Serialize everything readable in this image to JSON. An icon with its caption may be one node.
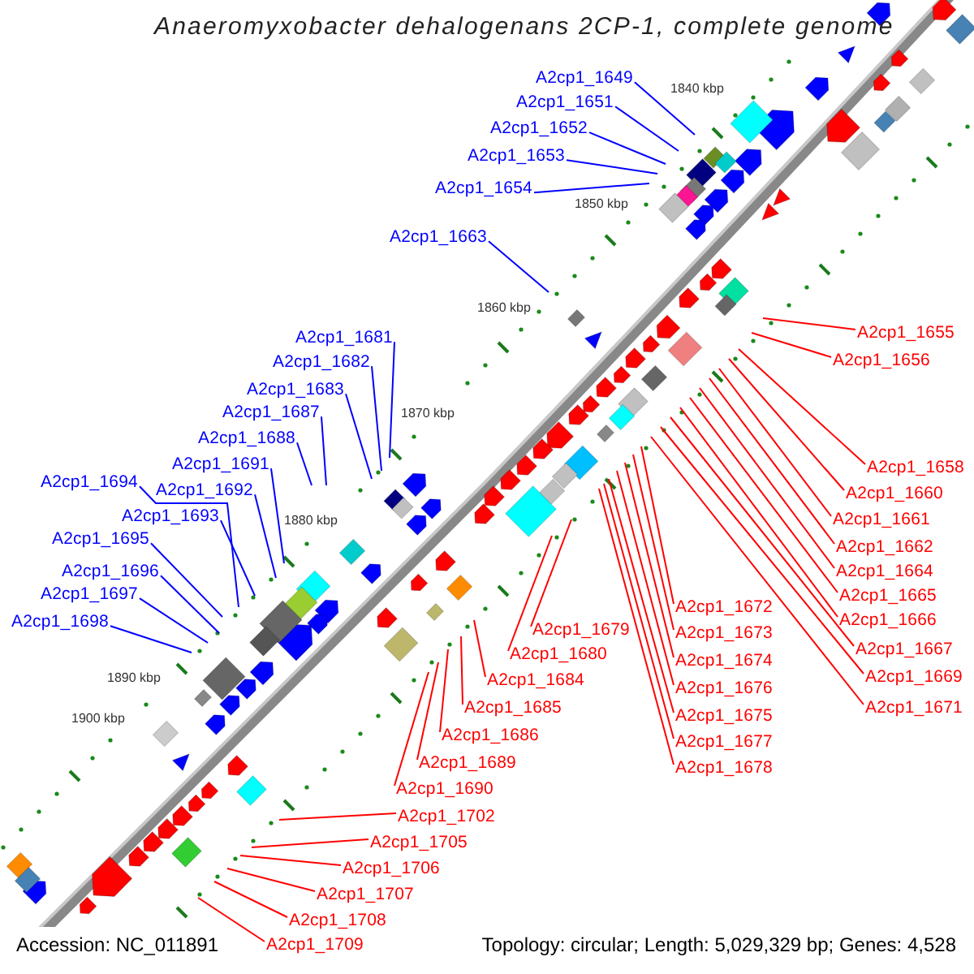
{
  "diagram": {
    "title": "Anaeromyxobacter dehalogenans 2CP-1, complete genome",
    "nodes": [
      {
        "text": [
          "A2cp1_1649"
        ]
      },
      {
        "text": [
          "A2cp1_1651"
        ]
      },
      {
        "text": [
          "A2cp1_1652"
        ]
      },
      {
        "text": [
          "A2cp1_1653"
        ]
      },
      {
        "text": [
          "A2cp1_1654"
        ]
      },
      {
        "text": [
          "A2cp1_1663"
        ]
      },
      {
        "text": [
          "A2cp1_1655"
        ]
      },
      {
        "text": [
          "A2cp1_1656"
        ]
      },
      {
        "text": [
          "A2cp1_1681"
        ]
      },
      {
        "text": [
          "A2cp1_1682"
        ]
      },
      {
        "text": [
          "A2cp1_1683"
        ]
      },
      {
        "text": [
          "A2cp1_1687"
        ]
      },
      {
        "text": [
          "A2cp1_1688"
        ]
      },
      {
        "text": [
          "A2cp1_1658"
        ]
      },
      {
        "text": [
          "A2cp1_1691"
        ]
      },
      {
        "text": [
          "A2cp1_1694"
        ]
      },
      {
        "text": [
          "A2cp1_1692"
        ]
      },
      {
        "text": [
          "A2cp1_1660"
        ]
      },
      {
        "text": [
          "A2cp1_1693"
        ]
      },
      {
        "text": [
          "A2cp1_1661"
        ]
      },
      {
        "text": [
          "A2cp1_1695"
        ]
      },
      {
        "text": [
          "A2cp1_1662"
        ]
      },
      {
        "text": [
          "A2cp1_1664"
        ]
      },
      {
        "text": [
          "A2cp1_1696"
        ]
      },
      {
        "text": [
          "A2cp1_1665"
        ]
      },
      {
        "text": [
          "A2cp1_1697"
        ]
      },
      {
        "text": [
          "A2cp1_1672"
        ]
      },
      {
        "text": [
          "A2cp1_1666"
        ]
      },
      {
        "text": [
          "A2cp1_1698"
        ]
      },
      {
        "text": [
          "A2cp1_1679"
        ]
      },
      {
        "text": [
          "A2cp1_1673"
        ]
      },
      {
        "text": [
          "A2cp1_1667"
        ]
      },
      {
        "text": [
          "A2cp1_1680"
        ]
      },
      {
        "text": [
          "A2cp1_1674"
        ]
      },
      {
        "text": [
          "A2cp1_1669"
        ]
      },
      {
        "text": [
          "A2cp1_1684"
        ]
      },
      {
        "text": [
          "A2cp1_1676"
        ]
      },
      {
        "text": [
          "A2cp1_1671"
        ]
      },
      {
        "text": [
          "A2cp1_1685"
        ]
      },
      {
        "text": [
          "A2cp1_1675"
        ]
      },
      {
        "text": [
          "A2cp1_1686"
        ]
      },
      {
        "text": [
          "A2cp1_1677"
        ]
      },
      {
        "text": [
          "A2cp1_1689"
        ]
      },
      {
        "text": [
          "A2cp1_1678"
        ]
      },
      {
        "text": [
          "A2cp1_1690"
        ]
      },
      {
        "text": [
          "A2cp1_1702"
        ]
      },
      {
        "text": [
          "A2cp1_1705"
        ]
      },
      {
        "text": [
          "A2cp1_1706"
        ]
      },
      {
        "text": [
          "A2cp1_1707"
        ]
      },
      {
        "text": [
          "A2cp1_1708"
        ]
      },
      {
        "text": [
          "A2cp1_1709"
        ]
      }
    ],
    "edges": [
      {
        "from": 0,
        "to": null,
        "arrow": "none",
        "color": "#0000ff"
      },
      {
        "from": 1,
        "to": null,
        "arrow": "none",
        "color": "#0000ff"
      },
      {
        "from": 2,
        "to": null,
        "arrow": "none",
        "color": "#0000ff"
      },
      {
        "from": 3,
        "to": null,
        "arrow": "none",
        "color": "#0000ff"
      },
      {
        "from": 4,
        "to": null,
        "arrow": "none",
        "color": "#0000ff"
      },
      {
        "from": 5,
        "to": null,
        "arrow": "none",
        "color": "#0000ff"
      },
      {
        "from": 6,
        "to": null,
        "arrow": "none"
      },
      {
        "from": 7,
        "to": null,
        "arrow": "none"
      },
      {
        "from": 8,
        "to": null,
        "arrow": "none",
        "color": "#0000ff"
      },
      {
        "from": 9,
        "to": null,
        "arrow": "none",
        "color": "#0000ff"
      },
      {
        "from": 10,
        "to": null,
        "arrow": "none",
        "color": "#0000ff"
      },
      {
        "from": 11,
        "to": null,
        "arrow": "none",
        "color": "#0000ff"
      },
      {
        "from": 12,
        "to": null,
        "arrow": "none",
        "color": "#0000ff"
      },
      {
        "from": 13,
        "to": null,
        "arrow": "none"
      },
      {
        "from": 14,
        "to": null,
        "arrow": "none",
        "color": "#0000ff"
      },
      {
        "from": 15,
        "to": null,
        "arrow": "none",
        "color": "#0000ff"
      },
      {
        "from": 16,
        "to": null,
        "arrow": "none",
        "color": "#0000ff"
      },
      {
        "from": 17,
        "to": null,
        "arrow": "none"
      },
      {
        "from": 18,
        "to": null,
        "arrow": "none",
        "color": "#0000ff"
      },
      {
        "from": 19,
        "to": null,
        "arrow": "none"
      },
      {
        "from": 20,
        "to": null,
        "arrow": "none",
        "color": "#0000ff"
      },
      {
        "from": 21,
        "to": null,
        "arrow": "none"
      },
      {
        "from": 22,
        "to": null,
        "arrow": "none"
      },
      {
        "from": 23,
        "to": null,
        "arrow": "none",
        "color": "#0000ff"
      },
      {
        "from": 24,
        "to": null,
        "arrow": "none"
      },
      {
        "from": 25,
        "to": null,
        "arrow": "none",
        "color": "#0000ff"
      },
      {
        "from": 26,
        "to": null,
        "arrow": "none"
      },
      {
        "from": 27,
        "to": null,
        "arrow": "none"
      },
      {
        "from": 28,
        "to": null,
        "arrow": "none",
        "color": "#0000ff"
      },
      {
        "from": 29,
        "to": null,
        "arrow": "none"
      },
      {
        "from": 30,
        "to": null,
        "arrow": "none"
      },
      {
        "from": 31,
        "to": null,
        "arrow": "none"
      },
      {
        "from": 32,
        "to": null,
        "arrow": "none"
      },
      {
        "from": 33,
        "to": null,
        "arrow": "none"
      },
      {
        "from": 34,
        "to": null,
        "arrow": "none"
      },
      {
        "from": 35,
        "to": null,
        "arrow": "none"
      },
      {
        "from": 36,
        "to": null,
        "arrow": "none"
      },
      {
        "from": 37,
        "to": null,
        "arrow": "none"
      },
      {
        "from": 38,
        "to": null,
        "arrow": "none"
      },
      {
        "from": 39,
        "to": null,
        "arrow": "none"
      },
      {
        "from": 40,
        "to": null,
        "arrow": "none"
      },
      {
        "from": 41,
        "to": null,
        "arrow": "none"
      },
      {
        "from": 42,
        "to": null,
        "arrow": "none"
      },
      {
        "from": 43,
        "to": null,
        "arrow": "none"
      },
      {
        "from": 44,
        "to": null,
        "arrow": "none"
      },
      {
        "from": 45,
        "to": null,
        "arrow": "none"
      },
      {
        "from": 46,
        "to": null,
        "arrow": "none"
      },
      {
        "from": 47,
        "to": null,
        "arrow": "none"
      },
      {
        "from": 48,
        "to": null,
        "arrow": "none"
      },
      {
        "from": 49,
        "to": null,
        "arrow": "none"
      },
      {
        "from": 50,
        "to": null,
        "arrow": "none"
      }
    ],
    "labels": [
      "1840 kbp",
      "1850 kbp",
      "1860 kbp",
      "1870 kbp",
      "1880 kbp",
      "1890 kbp",
      "1900 kbp",
      "Accession: NC_011891",
      "Topology: circular; Length: 5,029,329 bp; Genes: 4,528"
    ]
  }
}
